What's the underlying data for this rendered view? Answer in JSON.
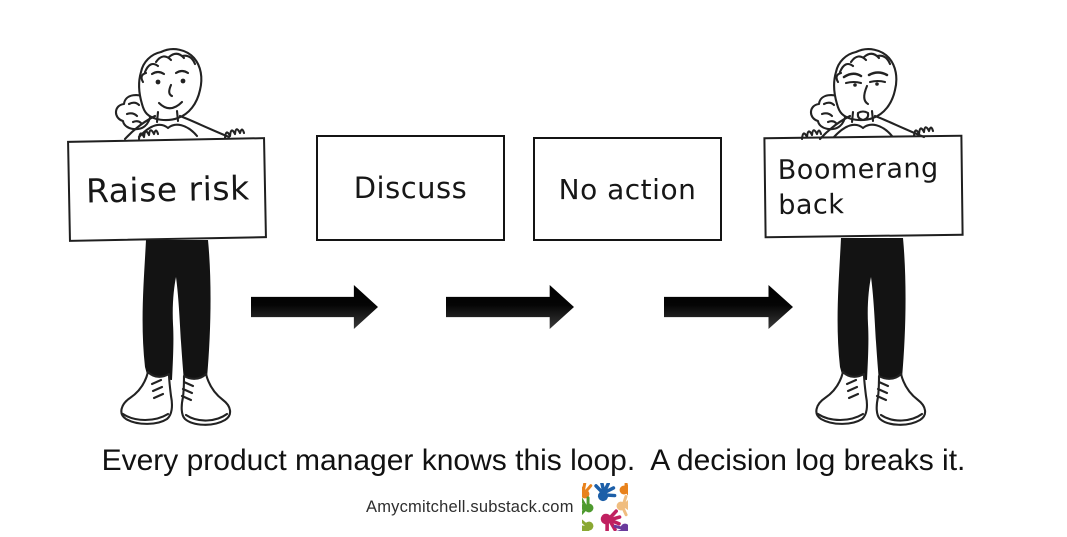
{
  "canvas": {
    "background_color": "#ffffff",
    "ink_color": "#1a1a1a"
  },
  "flow": {
    "direction": "left-to-right",
    "steps": [
      {
        "id": "raise-risk",
        "label": "Raise risk",
        "kind": "sign-held-by-person"
      },
      {
        "id": "discuss",
        "label": "Discuss",
        "kind": "box"
      },
      {
        "id": "no-action",
        "label": "No action",
        "kind": "box"
      },
      {
        "id": "boomerang-back",
        "label": "Boomerang back",
        "line1": "Boomerang",
        "line2": "back",
        "kind": "sign-held-by-person"
      }
    ],
    "arrow_count": 3,
    "arrow_color": "#111111"
  },
  "people": [
    {
      "position": "left",
      "holding_sign": "Raise risk",
      "expression": "smiling"
    },
    {
      "position": "right",
      "holding_sign": "Boomerang back",
      "expression": "annoyed"
    }
  ],
  "caption": {
    "text": "Every product manager knows this loop.  A decision log breaks it."
  },
  "footer": {
    "url": "Amycmitchell.substack.com"
  },
  "logo": {
    "name": "colorful-hands-logo",
    "colors": [
      "#1d5fa8",
      "#e8821c",
      "#4e9a2e",
      "#f0bd7f",
      "#c02060",
      "#8aa832",
      "#6a3b9c"
    ]
  }
}
